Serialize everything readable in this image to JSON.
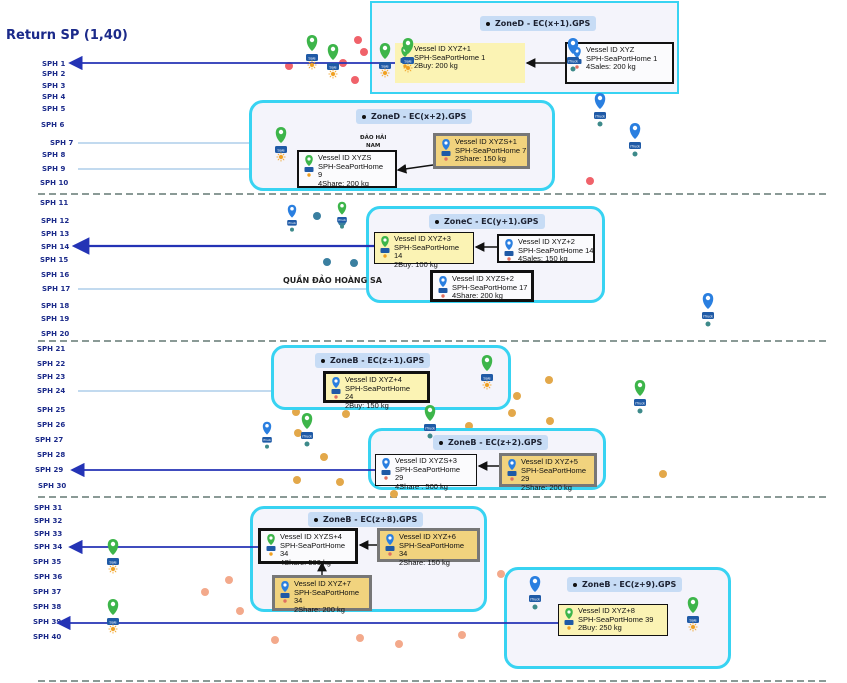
{
  "header": {
    "title": "Return SP (1,40)"
  },
  "sph_labels": [
    "SPH 1",
    "SPH 2",
    "SPH 3",
    "SPH 4",
    "SPH 5",
    "SPH 6",
    "SPH 7",
    "SPH 8",
    "SPH 9",
    "SPH 10",
    "SPH 11",
    "SPH 12",
    "SPH 13",
    "SPH 14",
    "SPH 15",
    "SPH 16",
    "SPH 17",
    "SPH 18",
    "SPH 19",
    "SPH 20",
    "SPH 21",
    "SPH 22",
    "SPH 23",
    "SPH 24",
    "SPH 25",
    "SPH 26",
    "SPH 27",
    "SPH 28",
    "SPH 29",
    "SPH 30",
    "SPH 31",
    "SPH 32",
    "SPH 33",
    "SPH 34",
    "SPH 35",
    "SPH 36",
    "SPH 37",
    "SPH 38",
    "SPH 39",
    "SPH 40"
  ],
  "map_labels": {
    "dao_hai_nam": "ĐẢO HẢI\nNAM",
    "quan_dao": "QUẦN ĐẢO HOÀNG SA"
  },
  "pin_texts": {
    "sale": "Sale",
    "truck": "iTruck"
  },
  "colors": {
    "zone_border": "#38d3f2",
    "arrow": "#2433b5",
    "sph_text": "#1b2a8a",
    "dot_red": "#f0626a",
    "dot_teal": "#3a7fa0",
    "dot_orange": "#e3a84a",
    "dot_peach": "#f3a98b"
  },
  "zones": [
    {
      "id": "zd1",
      "label": "ZoneD - EC(x+1).GPS"
    },
    {
      "id": "zd2",
      "label": "ZoneD - EC(x+2).GPS"
    },
    {
      "id": "zc1",
      "label": "ZoneC - EC(y+1).GPS"
    },
    {
      "id": "zb1",
      "label": "ZoneB - EC(z+1).GPS"
    },
    {
      "id": "zb2",
      "label": "ZoneB - EC(z+2).GPS"
    },
    {
      "id": "zb8",
      "label": "ZoneB - EC(z+8).GPS"
    },
    {
      "id": "zb9",
      "label": "ZoneB - EC(z+9).GPS"
    }
  ],
  "vessels": [
    {
      "id": "v1",
      "lines": [
        "Vessel ID XYZ+1",
        "SPH-SeaPortHome 1",
        "2Buy: 200 kg"
      ]
    },
    {
      "id": "v2",
      "lines": [
        "Vessel ID XYZ",
        "SPH-SeaPortHome 1",
        "4Sales: 200 kg"
      ]
    },
    {
      "id": "v3",
      "lines": [
        "Vessel ID XYZS+1",
        "SPH-SeaPortHome 7",
        "2Share: 150 kg"
      ]
    },
    {
      "id": "v4",
      "lines": [
        "Vessel ID XYZS",
        "SPH-SeaPortHome",
        "9",
        "4Share: 200 kg"
      ]
    },
    {
      "id": "v5",
      "lines": [
        "Vessel ID XYZ+3",
        "SPH-SeaPortHome",
        "14",
        "2Buy: 100 kg"
      ]
    },
    {
      "id": "v6",
      "lines": [
        "Vessel ID XYZ+2",
        "SPH-SeaPortHome 14",
        "4Sales: 150 kg"
      ]
    },
    {
      "id": "v7",
      "lines": [
        "Vessel ID XYZS+2",
        "SPH-SeaPortHome 17",
        "4Share: 200 kg"
      ]
    },
    {
      "id": "v8",
      "lines": [
        "Vessel ID XYZ+4",
        "SPH-SeaPortHome",
        "24",
        "2Buy: 150 kg"
      ]
    },
    {
      "id": "v9",
      "lines": [
        "Vessel ID XYZS+3",
        "SPH-SeaPortHome",
        "29",
        "4Share : 500 kg"
      ]
    },
    {
      "id": "v10",
      "lines": [
        "Vessel ID XYZ+5",
        "SPH-SeaPortHome",
        "29",
        "2Share: 200 kg"
      ]
    },
    {
      "id": "v11",
      "lines": [
        "Vessel ID XYZS+4",
        "SPH-SeaPortHome",
        "34",
        "4Share: 500 kg"
      ]
    },
    {
      "id": "v12",
      "lines": [
        "Vessel ID XYZ+6",
        "SPH-SeaPortHome",
        "34",
        "2Share: 150 kg"
      ]
    },
    {
      "id": "v13",
      "lines": [
        "Vessel ID XYZ+7",
        "SPH-SeaPortHome",
        "34",
        "2Share: 200 kg"
      ]
    },
    {
      "id": "v14",
      "lines": [
        "Vessel ID XYZ+8",
        "SPH-SeaPortHome 39",
        "2Buy: 250 kg"
      ]
    }
  ]
}
